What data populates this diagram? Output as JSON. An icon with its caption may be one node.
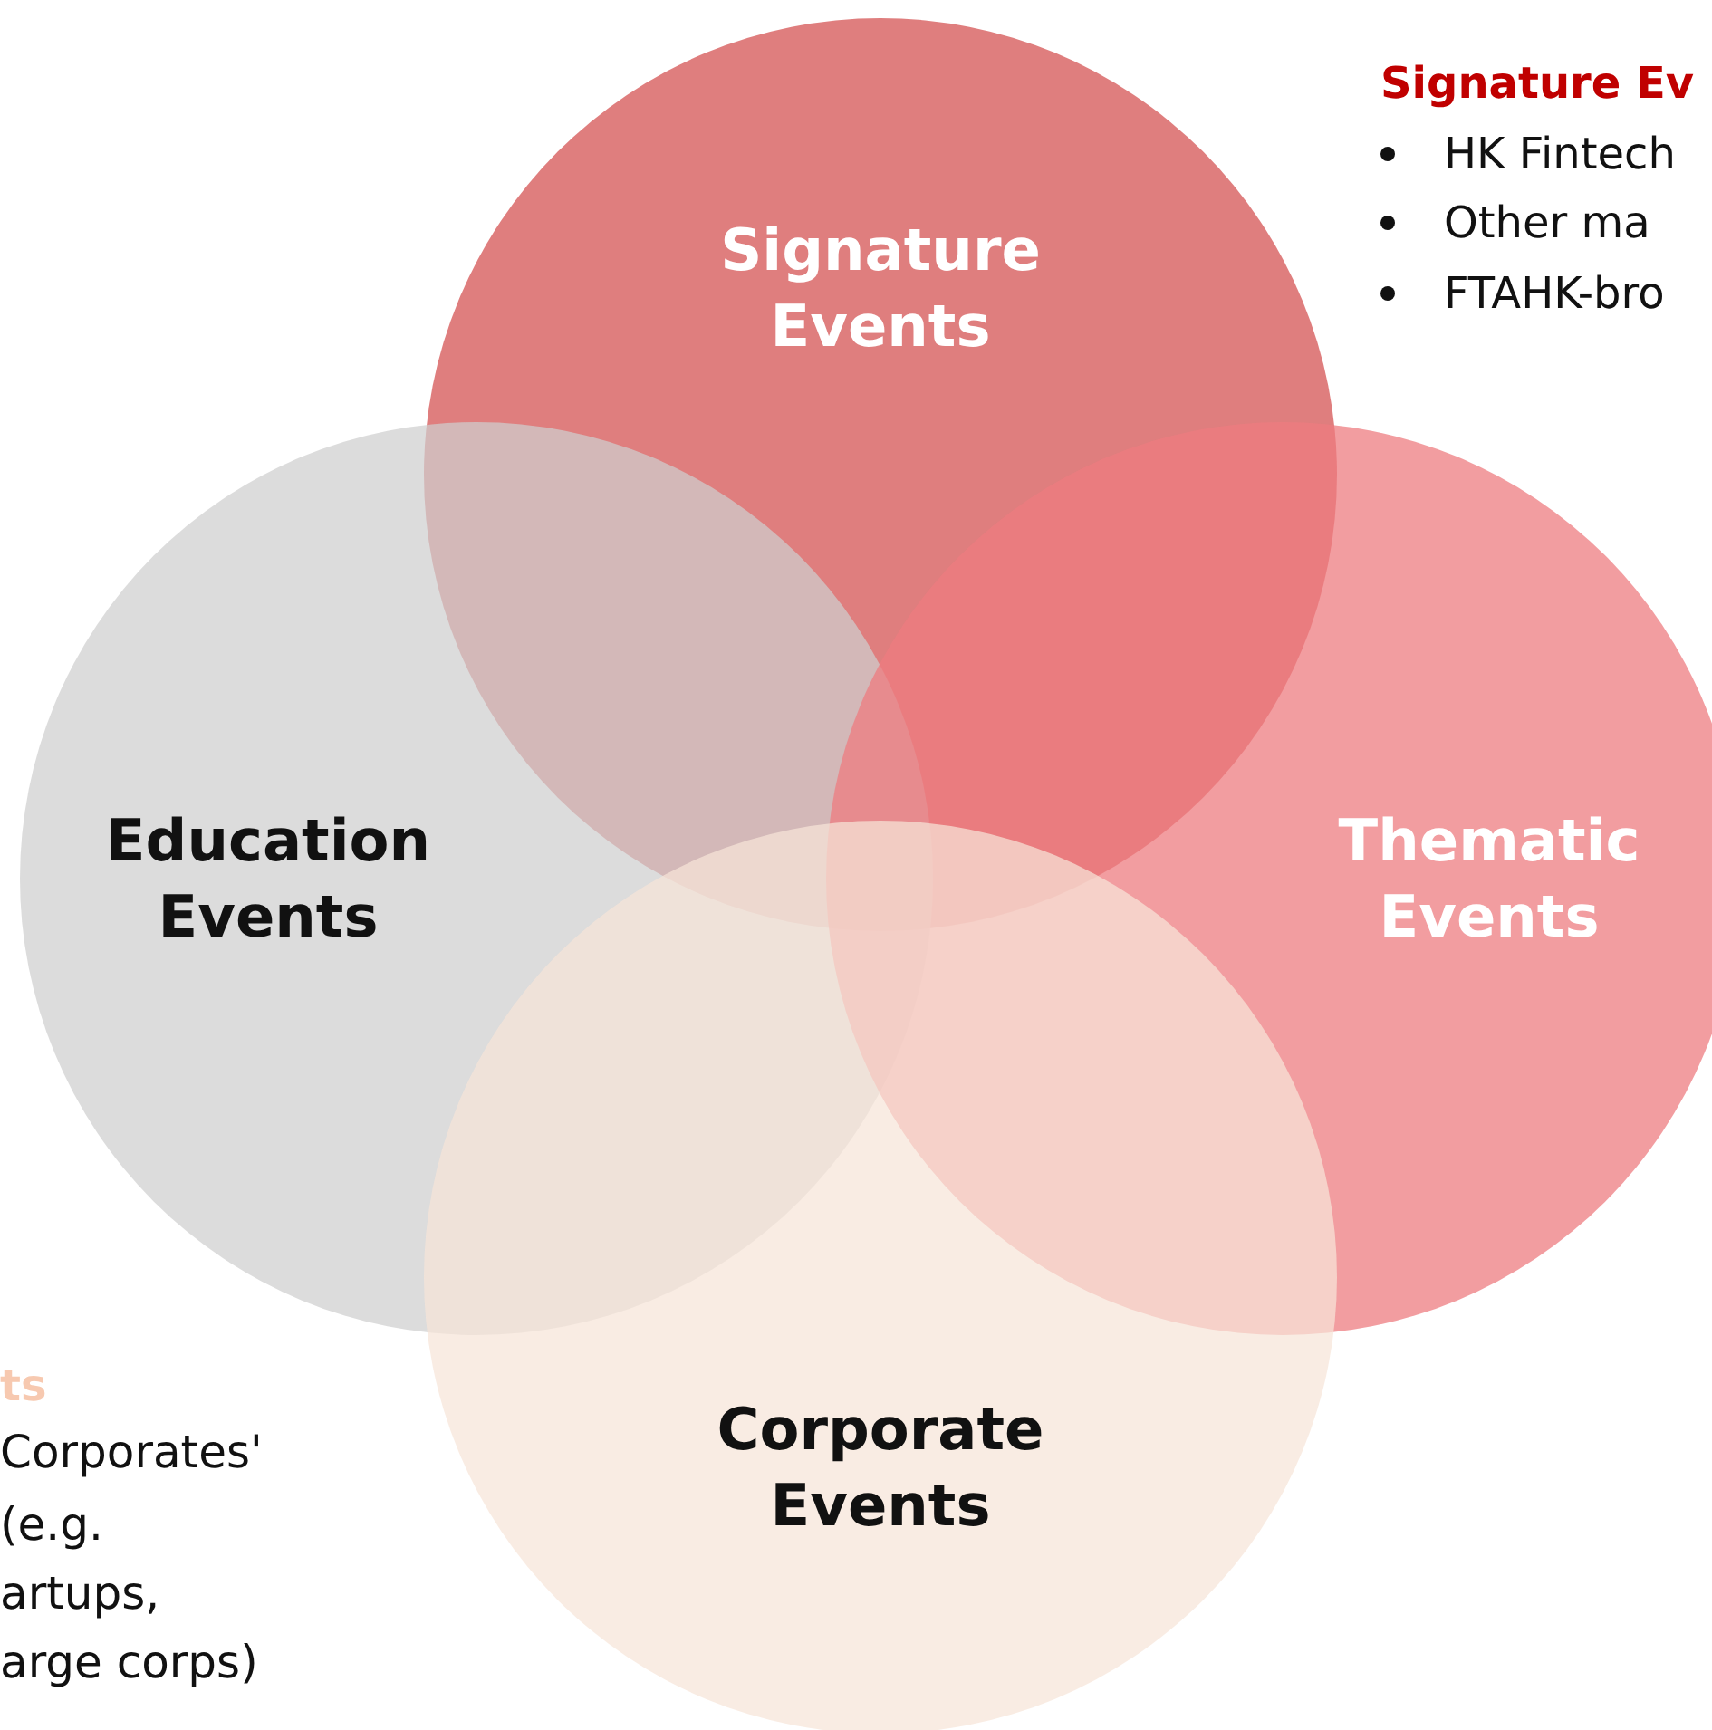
{
  "diagram": {
    "nodes": [
      {
        "text": [
          "Signature Events"
        ]
      },
      {
        "text": [
          "Education Events"
        ]
      },
      {
        "text": [
          "Thematic Events"
        ]
      },
      {
        "text": [
          "Corporate Events"
        ]
      }
    ],
    "labels": [
      "Signature Ev",
      "HK Fintech",
      "Other ma",
      "FTAHK-bro",
      "ts",
      "Corporates'",
      "(e.g.",
      "artups,",
      "arge corps)"
    ]
  }
}
